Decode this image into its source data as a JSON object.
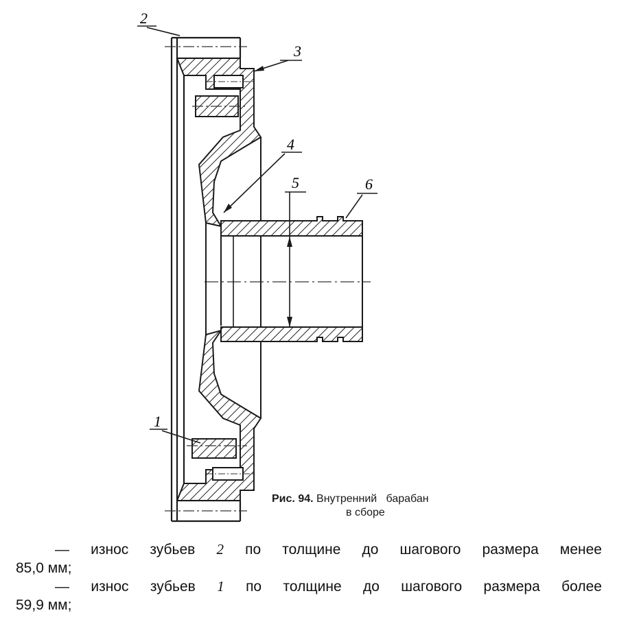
{
  "figure": {
    "callouts": [
      "2",
      "3",
      "4",
      "5",
      "6",
      "1"
    ],
    "caption": {
      "label": "Рис.",
      "number": "94.",
      "title_line1": "Внутренний   барабан",
      "title_line2": "в сборе"
    }
  },
  "text": {
    "items": [
      {
        "dash": "—",
        "before": "износ зубьев",
        "num": "2",
        "after": "по толщине до шагового размера менее",
        "cont": "85,0 мм;"
      },
      {
        "dash": "—",
        "before": "износ зубьев",
        "num": "1",
        "after": "по толщине до шагового размера более",
        "cont": "59,9 мм;"
      }
    ]
  }
}
